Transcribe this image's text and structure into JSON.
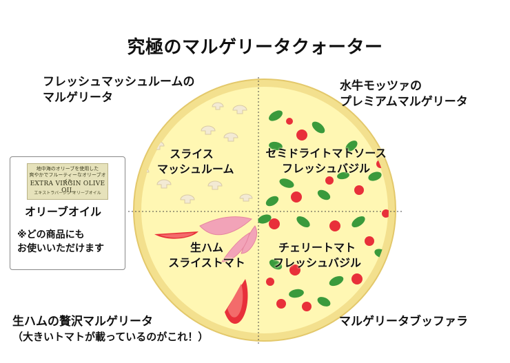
{
  "title": "究極のマルゲリータクォーター",
  "quarters": {
    "top_left": {
      "name_line1": "フレッシュマッシュルームの",
      "name_line2": "マルゲリータ",
      "topping_line1": "スライス",
      "topping_line2": "マッシュルーム"
    },
    "top_right": {
      "name_line1": "水牛モッツァの",
      "name_line2": "プレミアムマルゲリータ",
      "topping_line1": "セミドライトマトソース",
      "topping_line2": "フレッシュバジル"
    },
    "bottom_left": {
      "name": "生ハムの贅沢マルゲリータ",
      "note": "（大きいトマトが載っているのがこれ！）",
      "topping_line1": "生ハム",
      "topping_line2": "スライストマト"
    },
    "bottom_right": {
      "name": "マルゲリータブッファラ",
      "topping_line1": "チェリートマト",
      "topping_line2": "フレッシュバジル"
    }
  },
  "oil_card": {
    "label_line1": "地中海のオリーブを使用した",
    "label_line2": "爽やかでフルーティーなオリーブオイル",
    "label_brand": "EXTRA VIRGIN OLIVE OIL",
    "label_small": "エキストラバージン オリーブオイル",
    "name": "オリーブオイル",
    "note_line1": "※どの商品にも",
    "note_line2": "お使いいただけます"
  },
  "colors": {
    "crust": "#f3e08e",
    "cheese": "#fff7b3",
    "tomato": "#e8303a",
    "basil": "#3a9a3c",
    "ham": "#f2a3b8",
    "mushroom": "#f3ead4",
    "oil_label": "#e6e2bb"
  }
}
